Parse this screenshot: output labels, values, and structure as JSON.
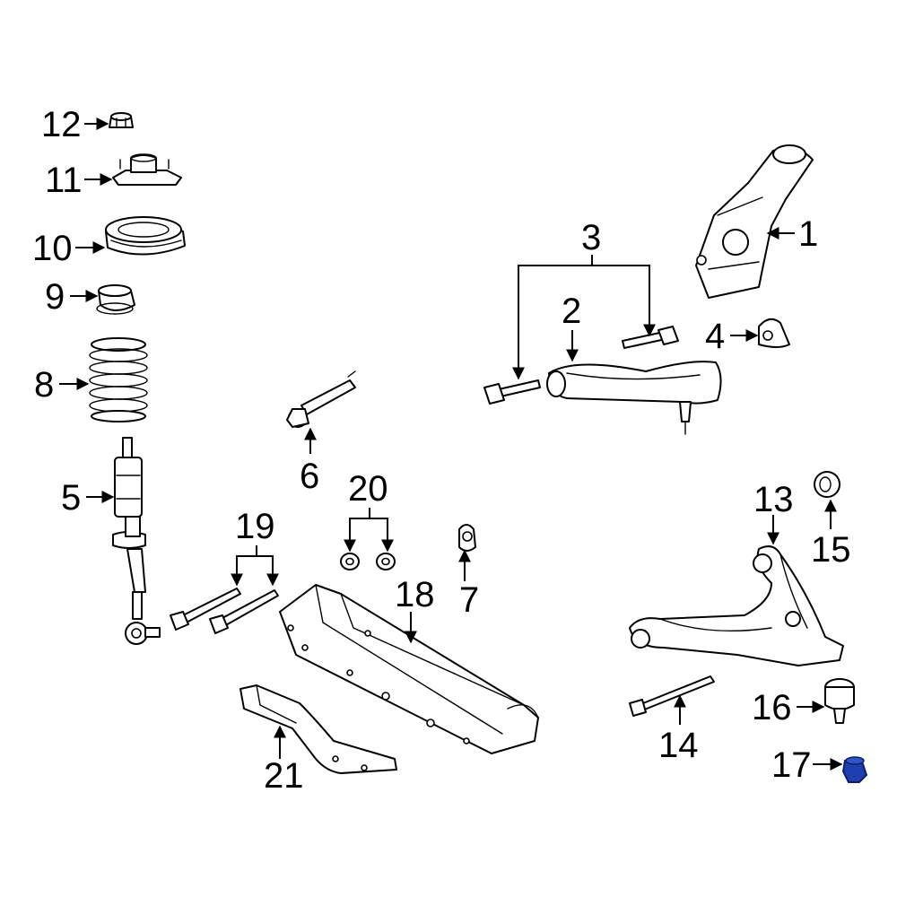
{
  "callouts": {
    "c1": "1",
    "c2": "2",
    "c3": "3",
    "c4": "4",
    "c5": "5",
    "c6": "6",
    "c7": "7",
    "c8": "8",
    "c9": "9",
    "c10": "10",
    "c11": "11",
    "c12": "12",
    "c13": "13",
    "c14": "14",
    "c15": "15",
    "c16": "16",
    "c17": "17",
    "c18": "18",
    "c19": "19",
    "c20": "20",
    "c21": "21"
  },
  "colors": {
    "line": "#000000",
    "highlight_fill": "#1f3fae",
    "highlight_stroke": "#0d1f66"
  },
  "highlighted_part": "17"
}
